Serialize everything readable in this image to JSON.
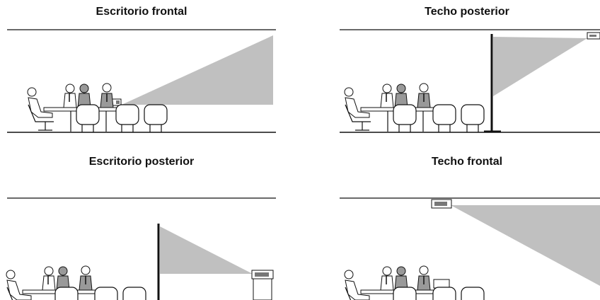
{
  "panels": [
    {
      "title": "Escritorio frontal"
    },
    {
      "title": "Techo posterior"
    },
    {
      "title": "Escritorio posterior"
    },
    {
      "title": "Techo frontal"
    }
  ],
  "colors": {
    "beam": "#c0c0c0",
    "line": "#111111"
  }
}
